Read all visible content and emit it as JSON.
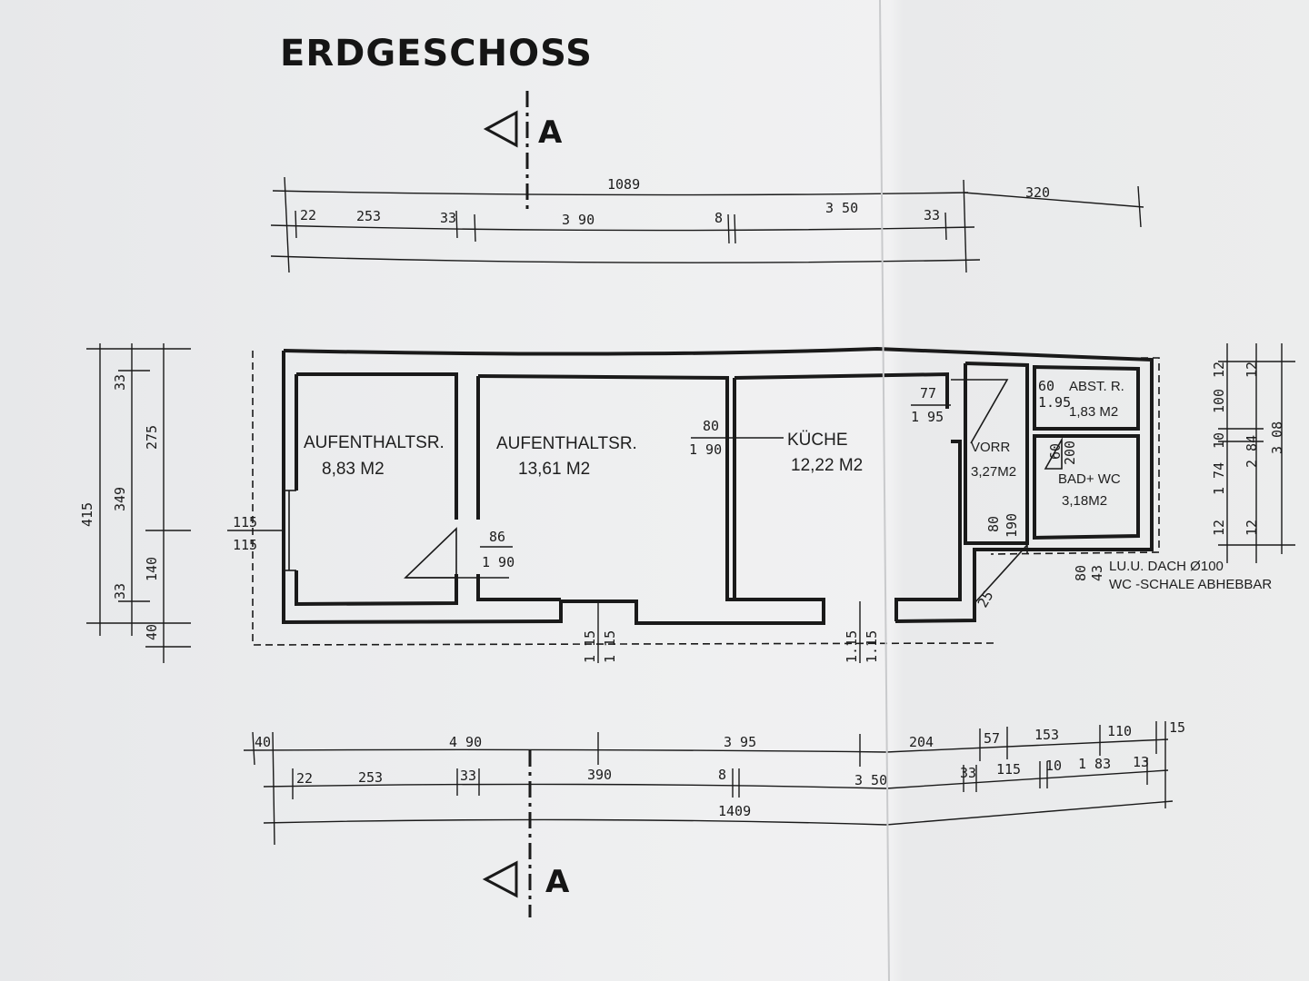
{
  "title": "ERDGESCHOSS",
  "section_marker": "A",
  "top_dims": {
    "overall_main": "1089",
    "overall_right": "320",
    "d1": "22",
    "d2": "253",
    "d3": "33",
    "d4": "3 90",
    "d5": "8",
    "d6": "3 50",
    "d7": "33"
  },
  "left_dims": {
    "outer": "415",
    "mid": "349",
    "a1": "33",
    "a2": "275",
    "a3": "140",
    "a4": "33",
    "a5": "40"
  },
  "right_dims": {
    "outer": "3 08",
    "mid": "2 84",
    "r1": "12",
    "r2": "100",
    "r3": "10",
    "r4": "1 74",
    "r5": "12",
    "r6": "12",
    "r7": "12"
  },
  "bottom_dims": {
    "b1": "40",
    "b2": "4 90",
    "b3": "3 95",
    "b4": "204",
    "b5": "57",
    "b6": "153",
    "b7": "110",
    "b8": "15",
    "c1": "22",
    "c2": "253",
    "c3": "33",
    "c4": "390",
    "c5": "8",
    "c6": "3 50",
    "c7": "33",
    "c8": "115",
    "c9": "10",
    "c10": "1 83",
    "c11": "13",
    "total": "1409"
  },
  "rooms": [
    {
      "name": "AUFENTHALTSR.",
      "area": "8,83 M2"
    },
    {
      "name": "AUFENTHALTSR.",
      "area": "13,61 M2"
    },
    {
      "name": "KÜCHE",
      "area": "12,22 M2"
    },
    {
      "name": "VORR",
      "area": "3,27M2"
    },
    {
      "name": "ABST. R.",
      "area": "1,83 M2"
    },
    {
      "name": "BAD+ WC",
      "area": "3,18M2"
    }
  ],
  "openings": {
    "window_left_a": "115",
    "window_left_b": "115",
    "door_a_w": "86",
    "door_a_h": "1 90",
    "door_b_w": "80",
    "door_b_h": "1 90",
    "door_c_w": "77",
    "door_c_h": "1 95",
    "door_d_w": "60",
    "door_d_h": "1.95",
    "door_e_w": "60",
    "door_e_h": "200",
    "door_f_w": "80",
    "door_f_h": "190",
    "door_g_w": "80",
    "door_g_h": "43",
    "win_bottom_a1": "1 15",
    "win_bottom_a2": "1 15",
    "win_bottom_b1": "1.15",
    "win_bottom_b2": "1.15",
    "step": "25"
  },
  "notes": {
    "line1": "LU.U. DACH Ø100",
    "line2": "WC -SCHALE ABHEBBAR"
  }
}
